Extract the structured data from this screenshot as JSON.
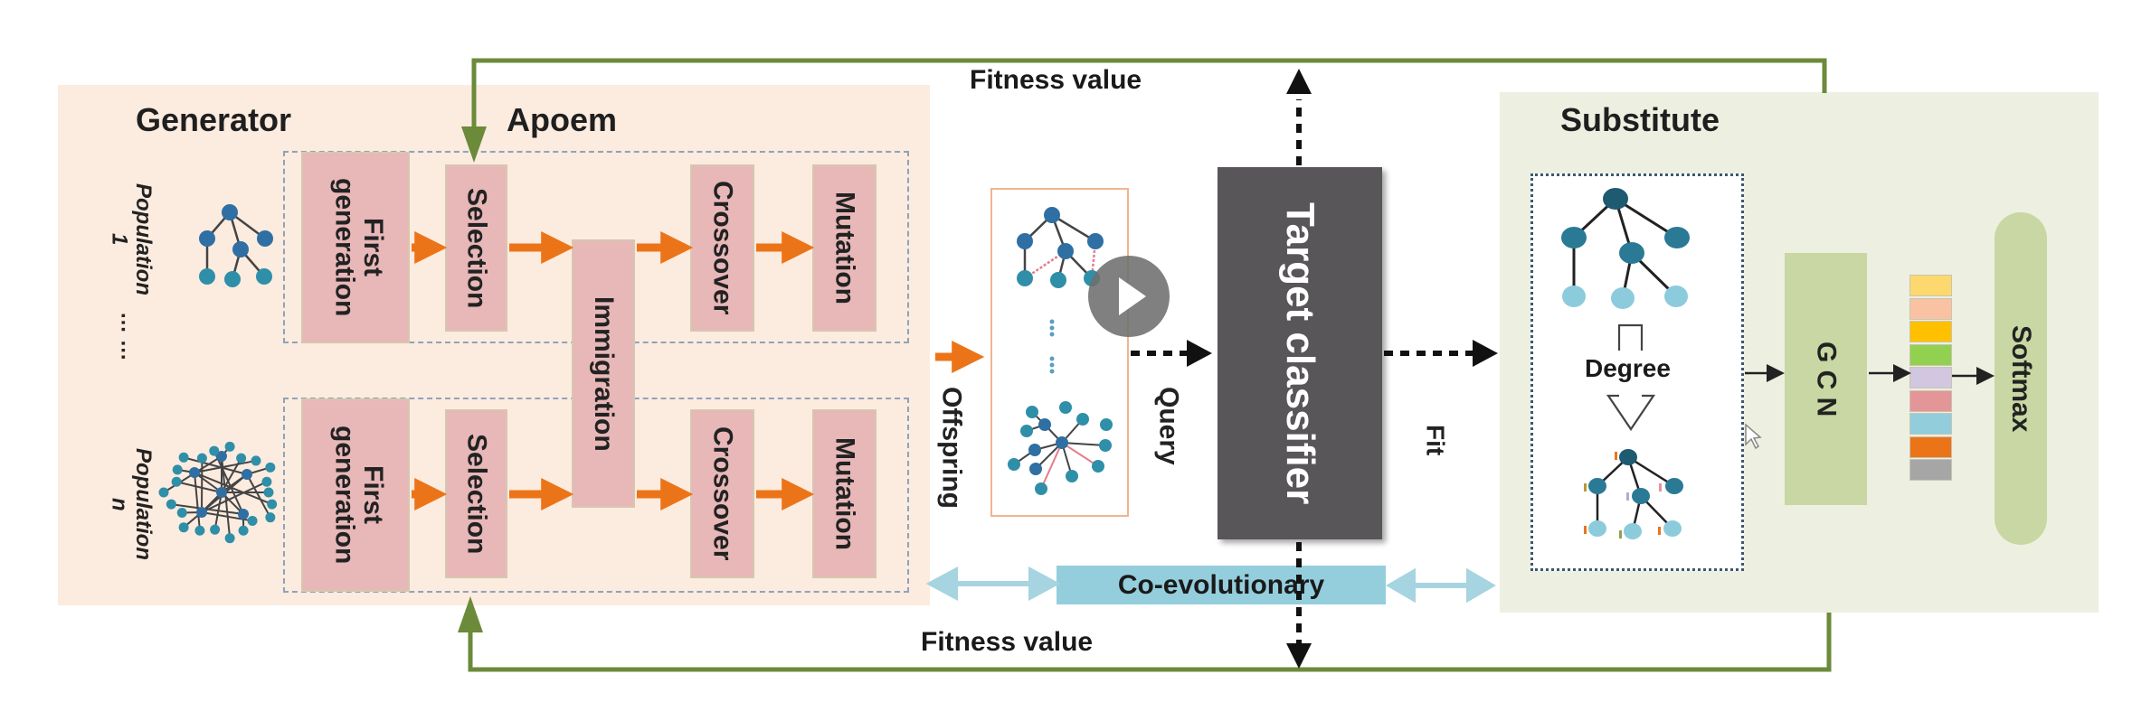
{
  "generator": {
    "title": "Generator",
    "algorithm_title": "Apoem",
    "populations": [
      {
        "label": "Population",
        "index": "1"
      },
      {
        "label": "Population",
        "index": "n"
      }
    ],
    "ellipsis": "… …",
    "rows": [
      {
        "first_generation": "First generation",
        "selection": "Selection",
        "crossover": "Crossover",
        "mutation": "Mutation"
      },
      {
        "first_generation": "First generation",
        "selection": "Selection",
        "crossover": "Crossover",
        "mutation": "Mutation"
      }
    ],
    "immigration": "Immigration"
  },
  "offspring": {
    "label": "Offspring",
    "ellipsis": "⋮ ⋮"
  },
  "query_label": "Query",
  "target_classifier": "Target classifier",
  "fit_label": "Fit",
  "coevolutionary_label": "Co-evolutionary",
  "fitness_top": "Fitness value",
  "fitness_bottom": "Fitness value",
  "substitute": {
    "title": "Substitute",
    "degree_label": "Degree",
    "gcn_label": "G C N",
    "softmax_label": "Softmax",
    "feature_colors": [
      "#fdd86f",
      "#f9c3a3",
      "#ffc000",
      "#92d050",
      "#d2c7e1",
      "#e39598",
      "#92cddc",
      "#ec7418",
      "#a6a6a6"
    ]
  },
  "colors": {
    "feedback_line": "#6b8a3a",
    "flow_arrow": "#ec7418",
    "node_dark": "#2f6fa3",
    "node_teal": "#2f8fa8",
    "node_light": "#8ccbdc",
    "coevo_arrow": "#a6d4e0"
  },
  "video_overlay": {
    "icon": "play-icon"
  }
}
